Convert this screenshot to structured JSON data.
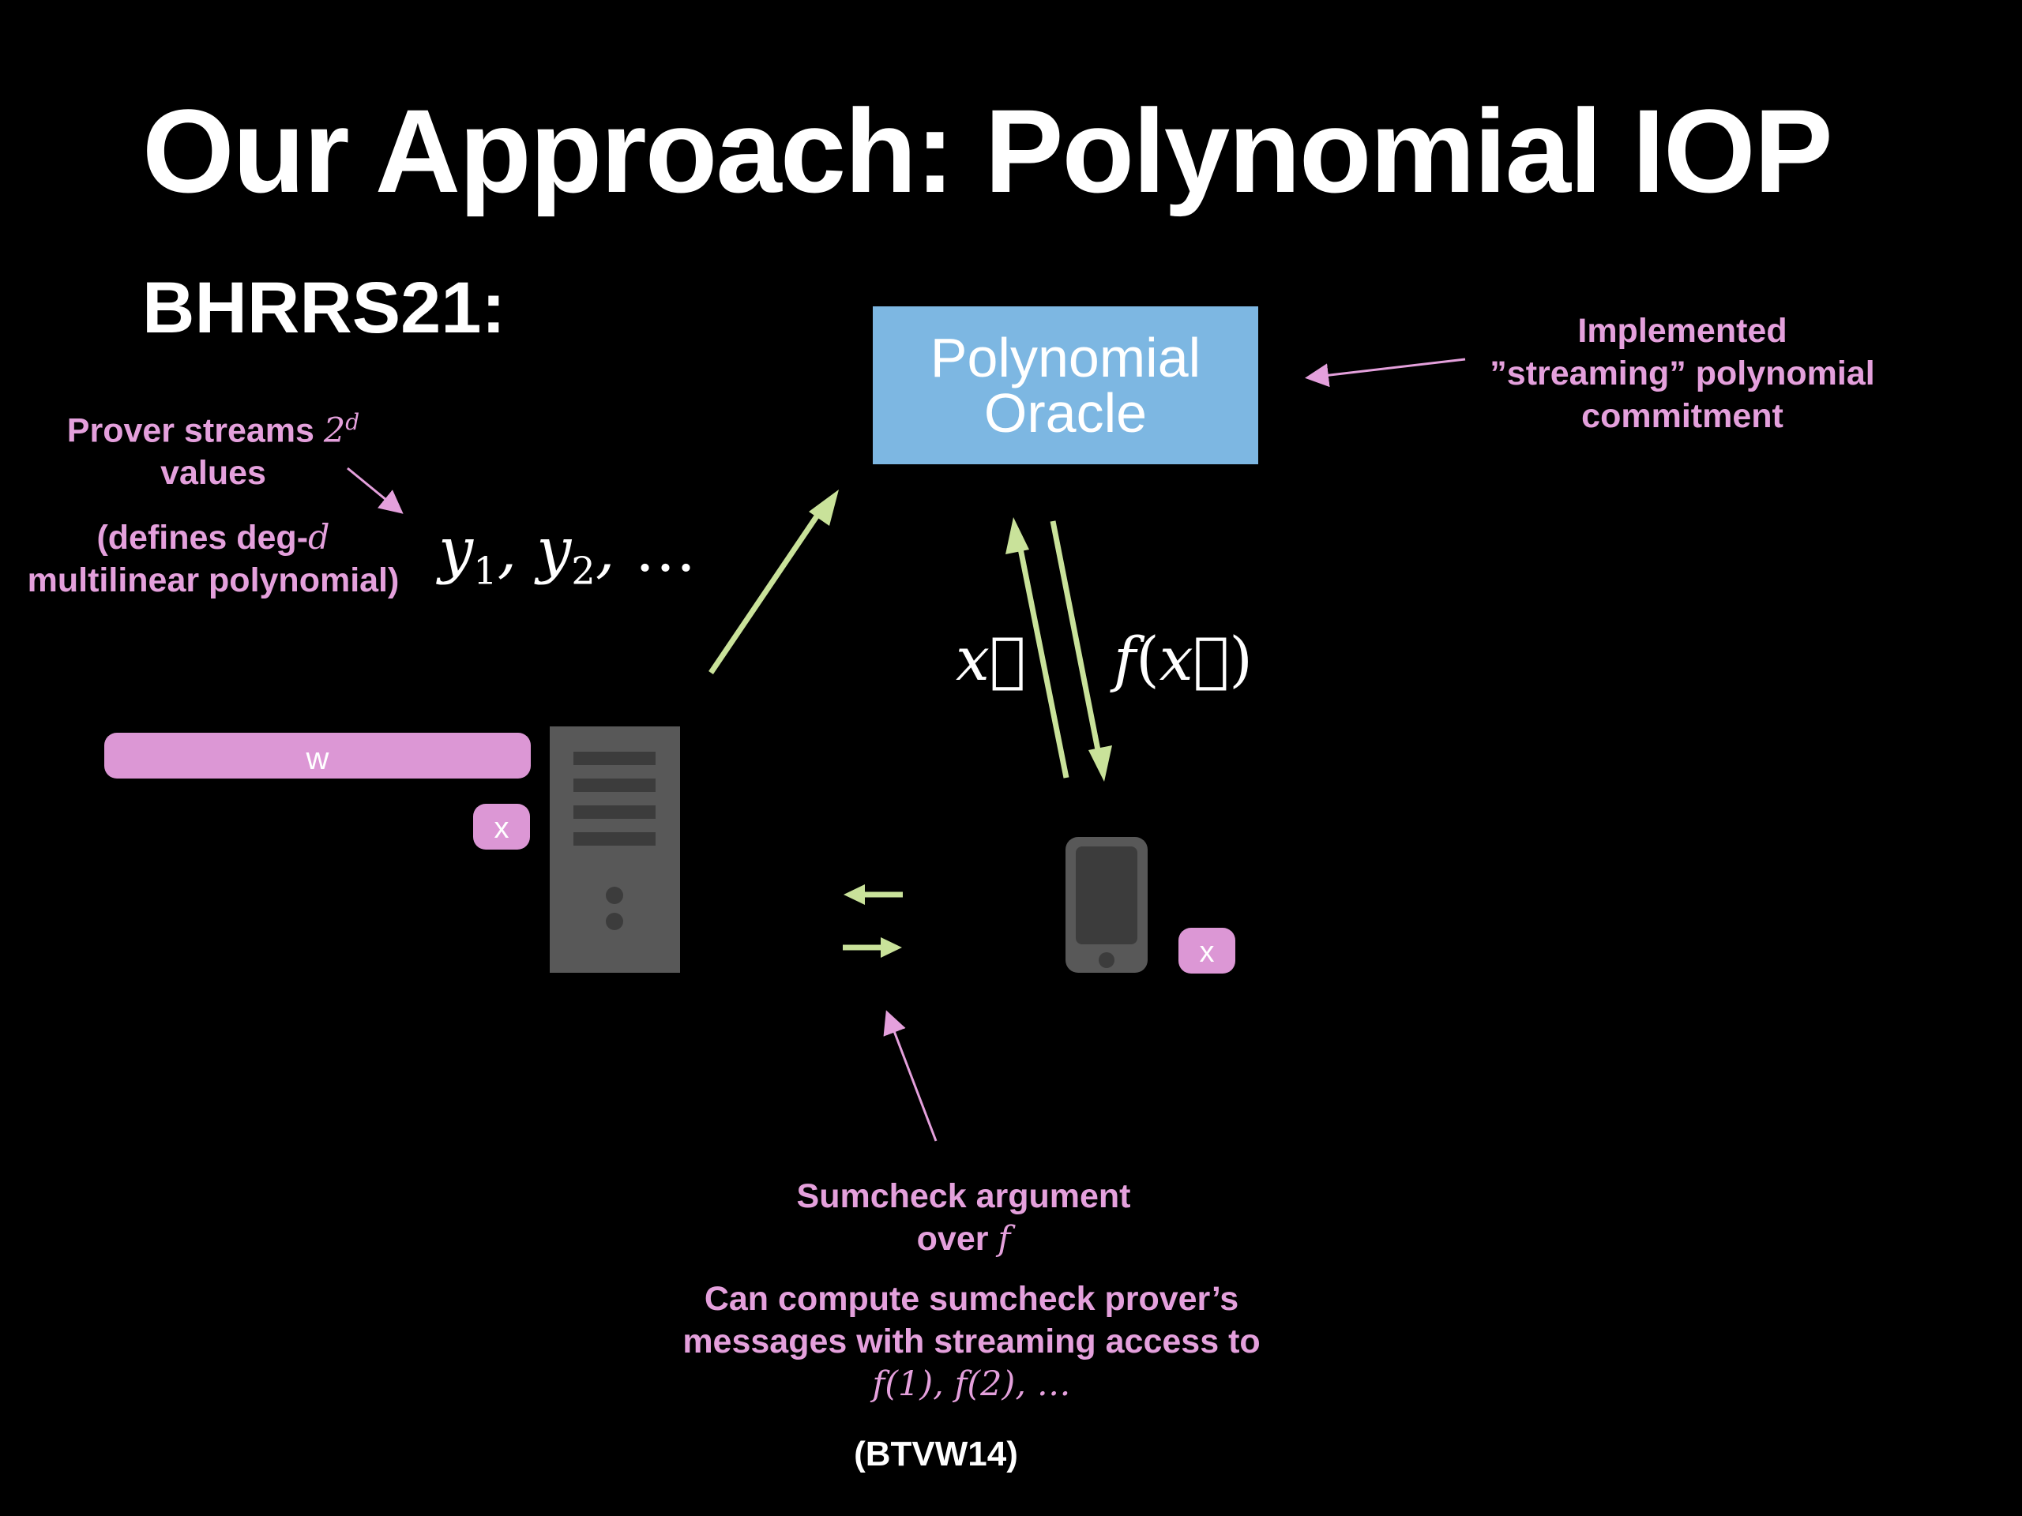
{
  "title": "Our Approach: Polynomial IOP",
  "subtitle": "BHRRS21:",
  "oracle": {
    "line1": "Polynomial",
    "line2": "Oracle"
  },
  "left_note": {
    "line1_prefix": "Prover streams ",
    "line1_base": "2",
    "line1_exp": "d",
    "line2": "values",
    "line3_prefix": "(defines deg-",
    "line3_var": "d",
    "line4": "multilinear polynomial)"
  },
  "y_sequence": {
    "y": "y",
    "sub1": "1",
    "sub2": "2",
    "sep": ",",
    "ellipsis": "…"
  },
  "right_note": {
    "line1": "Implemented",
    "line2": "”streaming” polynomial",
    "line3": "commitment"
  },
  "query_label": "x⃗",
  "answer_label": {
    "f": "f",
    "open": "(",
    "x": "x⃗",
    "close": ")"
  },
  "w_label": "w",
  "x_badge_label": "x",
  "bottom_note": {
    "line1": "Sumcheck argument",
    "line2_prefix": "over ",
    "line2_var": "f",
    "line3": "Can compute sumcheck prover’s",
    "line4": "messages with streaming access to",
    "line5": "f(1), f(2), …"
  },
  "citation": "(BTVW14)",
  "colors": {
    "pink": "#e4a0dc",
    "pink_badge": "#dc97d5",
    "oracle_blue": "#7db7e2",
    "arrow_green": "#c9e29a",
    "device_gray": "#585858"
  },
  "icons": {
    "server": "server-icon",
    "phone": "phone-icon"
  }
}
